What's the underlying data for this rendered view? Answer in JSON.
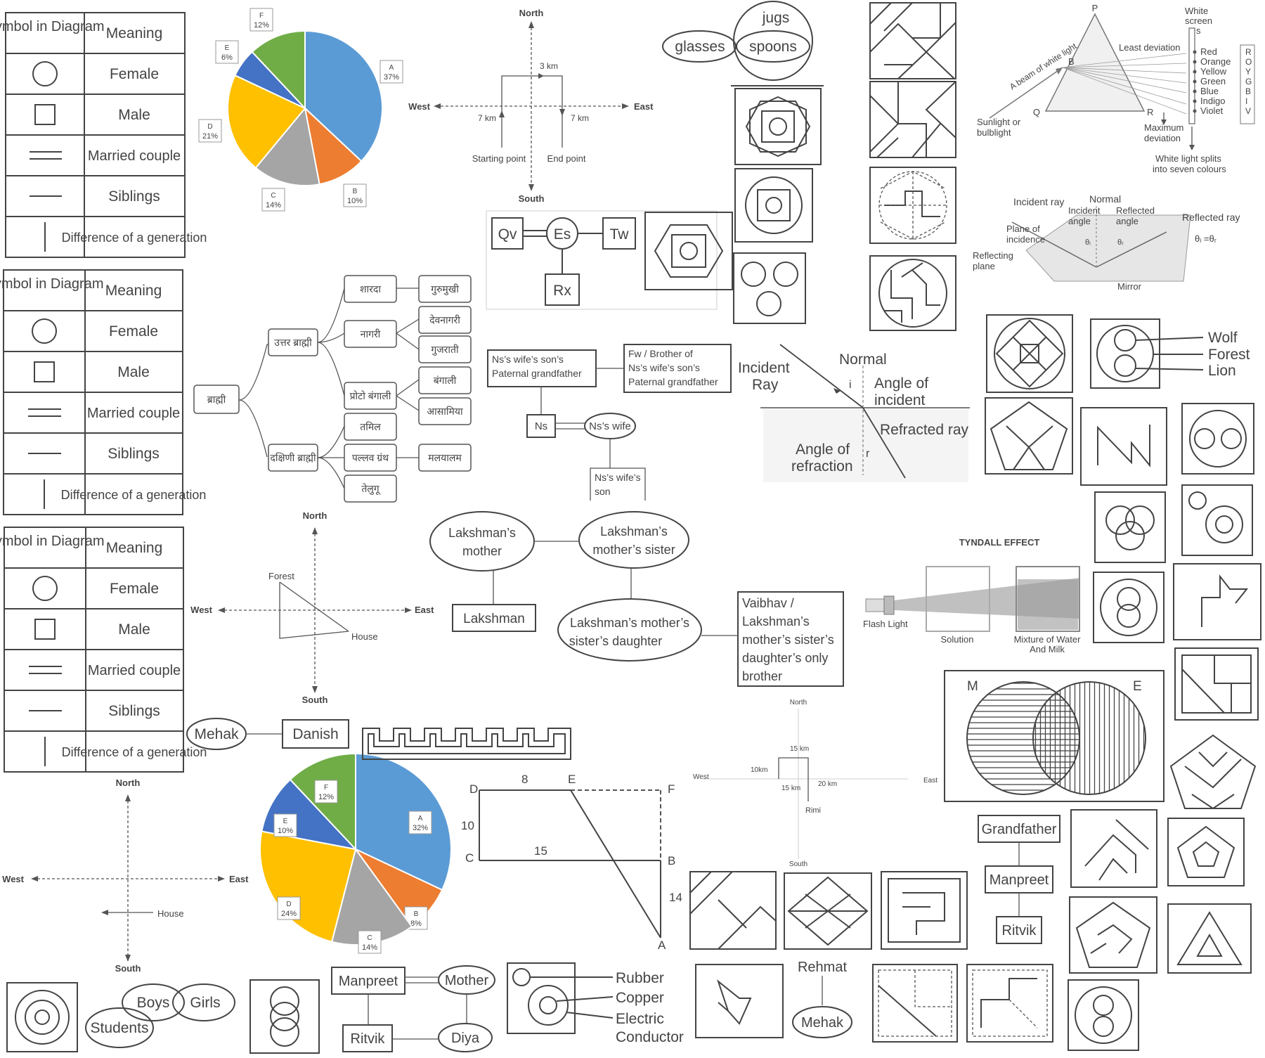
{
  "colors": {
    "blue": "#5b9bd5",
    "orange": "#ed7d31",
    "gray": "#a5a5a5",
    "yellow": "#ffc000",
    "navy": "#4472c4",
    "green": "#70ad47",
    "ink": "#444444"
  },
  "symbol_table": {
    "header_symbol": "Symbol in Diagram",
    "header_meaning": "Meaning",
    "rows": [
      "Female",
      "Male",
      "Married couple",
      "Siblings",
      "Difference of a generation"
    ]
  },
  "pie1": {
    "chart_data": {
      "type": "pie",
      "slices": [
        {
          "label": "A",
          "pct_label": "37%",
          "value": 37,
          "color": "#5b9bd5"
        },
        {
          "label": "B",
          "pct_label": "10%",
          "value": 10,
          "color": "#ed7d31"
        },
        {
          "label": "C",
          "pct_label": "14%",
          "value": 14,
          "color": "#a5a5a5"
        },
        {
          "label": "D",
          "pct_label": "21%",
          "value": 21,
          "color": "#ffc000"
        },
        {
          "label": "E",
          "pct_label": "6%",
          "value": 6,
          "color": "#4472c4"
        },
        {
          "label": "F",
          "pct_label": "12%",
          "value": 12,
          "color": "#70ad47"
        }
      ]
    }
  },
  "pie2": {
    "chart_data": {
      "type": "pie",
      "slices": [
        {
          "label": "A",
          "pct_label": "32%",
          "value": 32,
          "color": "#5b9bd5"
        },
        {
          "label": "B",
          "pct_label": "8%",
          "value": 8,
          "color": "#ed7d31"
        },
        {
          "label": "C",
          "pct_label": "14%",
          "value": 14,
          "color": "#a5a5a5"
        },
        {
          "label": "D",
          "pct_label": "24%",
          "value": 24,
          "color": "#ffc000"
        },
        {
          "label": "E",
          "pct_label": "10%",
          "value": 10,
          "color": "#4472c4"
        },
        {
          "label": "F",
          "pct_label": "12%",
          "value": 12,
          "color": "#70ad47"
        }
      ]
    }
  },
  "compass1": {
    "north": "North",
    "south": "South",
    "west": "West",
    "east": "East",
    "d3": "3 km",
    "d7a": "7 km",
    "d7b": "7 km",
    "start": "Starting point",
    "end": "End point"
  },
  "venn_jugs": {
    "a": "jugs",
    "b": "glasses",
    "c": "spoons"
  },
  "prism": {
    "p": "P",
    "q": "Q",
    "r": "R",
    "b": "B",
    "screen": "White screen s",
    "least": "Least deviation",
    "beam": "A beam of white light",
    "sun": "Sunlight or bulblight",
    "maxdev": "Maximum deviation",
    "split": "White light splits into seven colours",
    "colors": [
      "Red",
      "Orange",
      "Yellow",
      "Green",
      "Blue",
      "Indigo",
      "Violet"
    ],
    "roygbiv": [
      "R",
      "O",
      "Y",
      "G",
      "B",
      "I",
      "V"
    ]
  },
  "reflection": {
    "incident": "Incident ray",
    "normal": "Normal",
    "inc_angle": "Incident angle",
    "ref_angle": "Reflected angle",
    "reflected": "Reflected ray",
    "plane_inc": "Plane of incidence",
    "plane_ref": "Reflecting plane",
    "mirror": "Mirror",
    "theta_i": "θᵢ",
    "theta_r": "θᵣ",
    "eq": "θᵢ =θᵣ"
  },
  "qv": {
    "qv": "Qv",
    "es": "Es",
    "tw": "Tw",
    "rx": "Rx"
  },
  "script_tree": {
    "root": "ब्राह्मी",
    "north": "उत्तर ब्राह्मी",
    "south": "दक्षिणी ब्राह्मी",
    "sharada": "शारदा",
    "nagari": "नागरी",
    "proto": "प्रोटो बंगाली",
    "gurmukhi": "गुरुमुखी",
    "devanagari": "देवनागरी",
    "gujarati": "गुजराती",
    "bangali": "बंगाली",
    "assamiya": "आसामिया",
    "tamil": "तमिल",
    "pallava": "पल्लव ग्रंथ",
    "malayalam": "मलयालम",
    "telugu": "तेलुगू"
  },
  "ns": {
    "pg": "Ns’s wife’s son’s Paternal grandfather",
    "fw": "Fw / Brother of Ns’s wife’s son’s Paternal grandfather",
    "ns": "Ns",
    "wife": "Ns’s wife",
    "son": "Ns’s wife’s son"
  },
  "refraction": {
    "incident": "Incident Ray",
    "normal": "Normal",
    "i": "i",
    "r": "r",
    "angle_inc": "Angle of incident",
    "refracted": "Refracted ray",
    "angle_ref": "Angle of refraction"
  },
  "wfl": {
    "wolf": "Wolf",
    "forest": "Forest",
    "lion": "Lion"
  },
  "compass2": {
    "north": "North",
    "south": "South",
    "west": "West",
    "east": "East",
    "forest": "Forest",
    "house": "House"
  },
  "lakshman": {
    "mother": "Lakshman’s mother",
    "sister": "Lakshman’s mother’s sister",
    "lakshman": "Lakshman",
    "daughter": "Lakshman’s mother’s sister’s daughter",
    "vaibhav": "Vaibhav / Lakshman’s mother’s sister’s daughter’s only brother"
  },
  "tyndall": {
    "title": "TYNDALL EFFECT",
    "flash": "Flash Light",
    "solution": "Solution",
    "mixture": "Mixture of Water And Milk"
  },
  "mehak_danish": {
    "mehak": "Mehak",
    "danish": "Danish"
  },
  "geom": {
    "d": "D",
    "e": "E",
    "f": "F",
    "c": "C",
    "b": "B",
    "a": "A",
    "n8": "8",
    "n10": "10",
    "n15": "15",
    "n14": "14"
  },
  "venn_me": {
    "m": "M",
    "e": "E"
  },
  "compass3": {
    "north": "North",
    "south": "South",
    "west": "West",
    "east": "East",
    "d15a": "15 km",
    "d10": "10km",
    "d15b": "15 km",
    "d20": "20 km",
    "rimi": "Rimi"
  },
  "family1": {
    "gf": "Grandfather",
    "manpreet": "Manpreet",
    "ritvik": "Ritvik"
  },
  "compass4": {
    "north": "North",
    "south": "South",
    "west": "West",
    "east": "East",
    "house": "House"
  },
  "venn_sbg": {
    "boys": "Boys",
    "girls": "Girls",
    "students": "Students"
  },
  "family2": {
    "manpreet": "Manpreet",
    "mother": "Mother",
    "ritvik": "Ritvik",
    "diya": "Diya"
  },
  "rce": {
    "rubber": "Rubber",
    "copper": "Copper",
    "electric": "Electric",
    "conductor": "Conductor"
  },
  "rehmat": {
    "rehmat": "Rehmat",
    "mehak": "Mehak"
  }
}
